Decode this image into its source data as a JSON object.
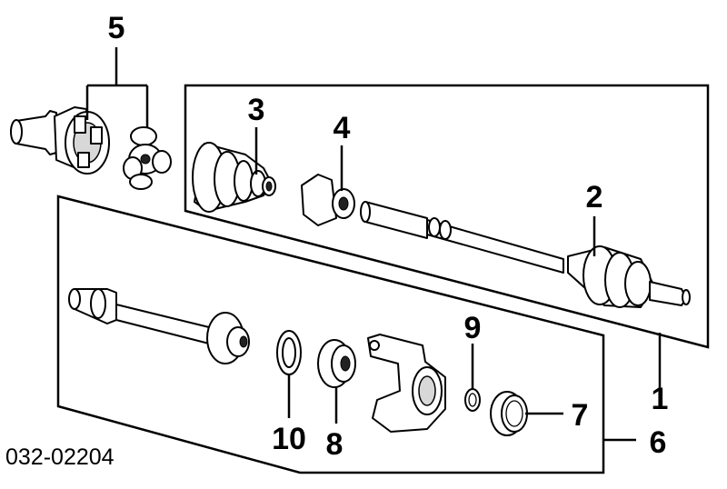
{
  "diagram": {
    "callouts": {
      "c1": "1",
      "c2": "2",
      "c3": "3",
      "c4": "4",
      "c5": "5",
      "c6": "6",
      "c7": "7",
      "c8": "8",
      "c9": "9",
      "c10": "10"
    },
    "part_code": "032-02204"
  }
}
